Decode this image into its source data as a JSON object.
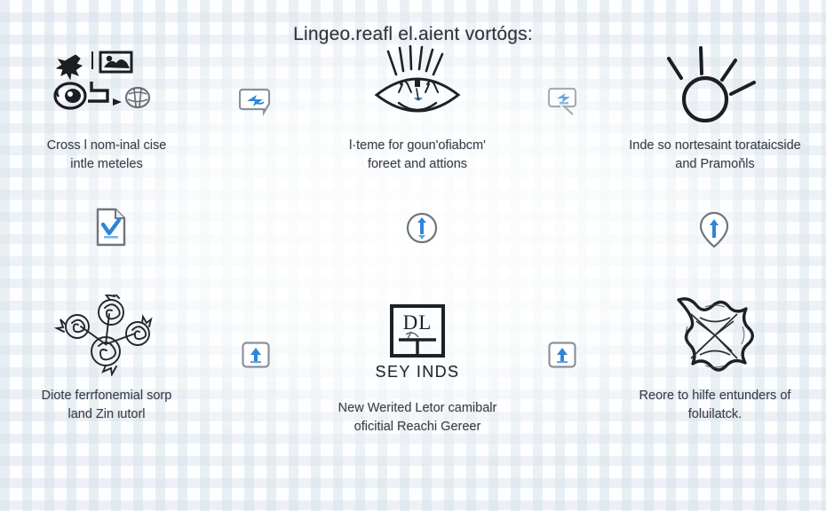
{
  "page": {
    "title": "Lingeo.reafl el.aient vortógs:",
    "background_color": "#fdfeff",
    "grid_color": "#d6e1ea",
    "accent_color": "#3b8fd4",
    "ink_color": "#24282d",
    "text_color": "#3a3f46"
  },
  "cells": [
    {
      "id": "cell-1",
      "icon": "abstract-glyph-cluster-icon",
      "caption_line1": "Cross l nom-inal cise",
      "caption_line2": "intle meteles"
    },
    {
      "id": "cell-2",
      "icon": "radiant-eye-icon",
      "caption_line1": "l·teme for goun'ofiabcm'",
      "caption_line2": "foreet and attions"
    },
    {
      "id": "cell-3",
      "icon": "sun-rays-icon",
      "caption_line1": "Inde so nortesaint torataicside",
      "caption_line2": "and Pramoňls"
    },
    {
      "id": "cell-4",
      "icon": "molecule-rosette-icon",
      "caption_line1": "Diote ferrfonemial sorp",
      "caption_line2": "land Zin ιutorl"
    },
    {
      "id": "cell-5",
      "icon": "dl-square-mark-icon",
      "mark_initials": "DL",
      "mark_label": "SEY INDS",
      "caption_line1": "New Werited Letor camibalr",
      "caption_line2": "oficitial Reachi Gereer"
    },
    {
      "id": "cell-6",
      "icon": "star-cushion-burst-icon",
      "caption_line1": "Reore to hilfe entunders of",
      "caption_line2": "foluilatck."
    }
  ],
  "connectors": [
    {
      "id": "connector-1",
      "icon": "blue-arrow-tag-icon"
    },
    {
      "id": "connector-2",
      "icon": "blue-arrow-tag-faded-icon"
    },
    {
      "id": "connector-3",
      "icon": "blue-arrow-box-icon"
    },
    {
      "id": "connector-4",
      "icon": "blue-arrow-box-icon"
    }
  ],
  "badges": [
    {
      "id": "badge-1",
      "icon": "document-check-icon"
    },
    {
      "id": "badge-2",
      "icon": "circle-updown-arrow-icon"
    },
    {
      "id": "badge-3",
      "icon": "map-pin-up-arrow-icon"
    }
  ]
}
